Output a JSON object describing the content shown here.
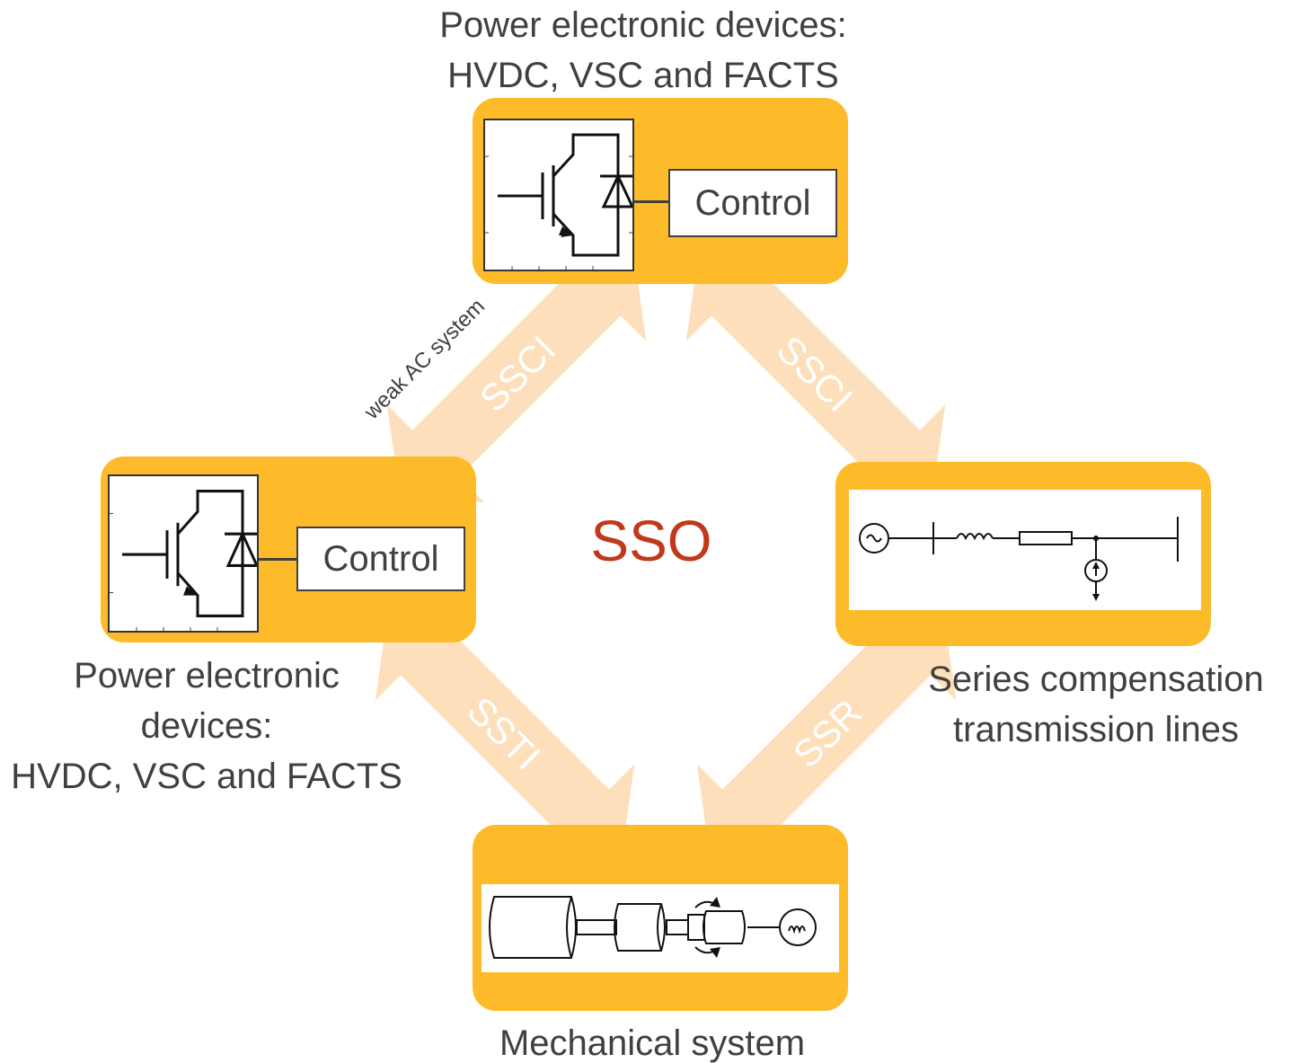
{
  "center_label": "SSO",
  "nodes": {
    "top": {
      "caption": "Power electronic devices:\nHVDC, VSC and FACTS",
      "control_label": "Control"
    },
    "left": {
      "caption": "Power electronic\ndevices:\nHVDC, VSC and FACTS",
      "control_label": "Control"
    },
    "right": {
      "caption": "Series compensation\ntransmission lines"
    },
    "bottom": {
      "caption": "Mechanical system"
    }
  },
  "arrows": {
    "top_left": {
      "label": "SSCI",
      "note": "weak AC system"
    },
    "top_right": {
      "label": "SSCI"
    },
    "bottom_left": {
      "label": "SSTI"
    },
    "bottom_right": {
      "label": "SSR"
    }
  },
  "colors": {
    "panel": "#fdbb2a",
    "arrow": "#fde0bb",
    "text": "#404040",
    "center_label": "#c0391b"
  },
  "icons": {
    "igbt": "igbt-with-diode-icon",
    "line": "series-compensated-line-icon",
    "shaft": "turbine-generator-shaft-icon"
  }
}
